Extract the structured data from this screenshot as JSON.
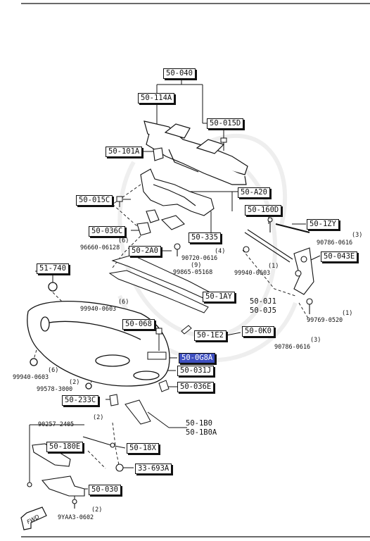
{
  "labels": {
    "p50_040": "50-040",
    "p50_114A": "50-114A",
    "p50_015D": "50-015D",
    "p50_101A": "50-101A",
    "p50_A20": "50-A20",
    "p50_015C": "50-015C",
    "p50_160D": "50-160D",
    "p50_1ZY": "50-1ZY",
    "p50_036C": "50-036C",
    "p50_335": "50-335",
    "p96660_06128": "96660-06128",
    "q6a": "(6)",
    "p50_2A0": "50-2A0",
    "p90720_0616": "90720-0616",
    "q4": "(4)",
    "p90786_0616a": "90786-0616",
    "q3a": "(3)",
    "p50_043E": "50-043E",
    "p99865_05168": "99865-05168",
    "q9": "(9)",
    "p99940_0603a": "99940-0603",
    "q1a": "(1)",
    "p51_740": "51-740",
    "p50_1AY": "50-1AY",
    "p50_0J1": "50-0J1",
    "p50_0J5": "50-0J5",
    "p99940_0603b": "99940-0603",
    "q6b": "(6)",
    "p99769_0520": "99769-0520",
    "q1b": "(1)",
    "p50_068": "50-068",
    "p50_1E2": "50-1E2",
    "p50_0K0": "50-0K0",
    "p90786_0616b": "90786-0616",
    "q3b": "(3)",
    "p50_0G8A": "50-0G8A",
    "p50_031J": "50-031J",
    "p99940_0603c": "99940-0603",
    "q6c": "(6)",
    "p99578_3000": "99578-3000",
    "q2a": "(2)",
    "p50_036E": "50-036E",
    "p50_233C": "50-233C",
    "p50_1B0": "50-1B0",
    "p50_1B0A": "50-1B0A",
    "p90257_2405": "90257-2405",
    "q2b": "(2)",
    "p50_180E": "50-180E",
    "p50_18X": "50-18X",
    "p33_693A": "33-693A",
    "p50_030": "50-030",
    "p9YAA3_0602": "9YAA3-0602",
    "q2c": "(2)",
    "fwd": "FWD"
  },
  "colors": {
    "highlight": "#3e4fc0",
    "ink": "#111111"
  }
}
